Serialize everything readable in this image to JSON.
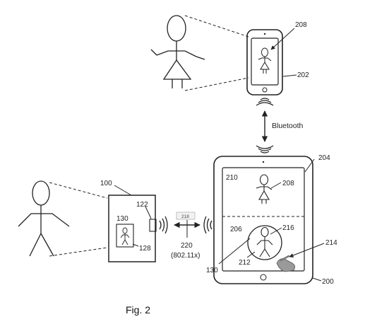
{
  "labels": {
    "phone_screen_figure": "208",
    "phone_device": "202",
    "bluetooth": "Bluetooth",
    "tablet_device": "204",
    "tablet_top_panel": "210",
    "tablet_top_figure": "208",
    "tablet_bottom_panel": "206",
    "tablet_bottom_figure": "216",
    "tablet_circle": "212",
    "tablet_hand": "214",
    "tablet_frame": "200",
    "camera_device": "100",
    "camera_display": "130",
    "camera_port": "122",
    "camera_figure": "128",
    "wifi_box": "218",
    "wifi_number": "220",
    "wifi_standard": "(802.11x)",
    "pointer_130": "130"
  },
  "caption": "Fig. 2"
}
